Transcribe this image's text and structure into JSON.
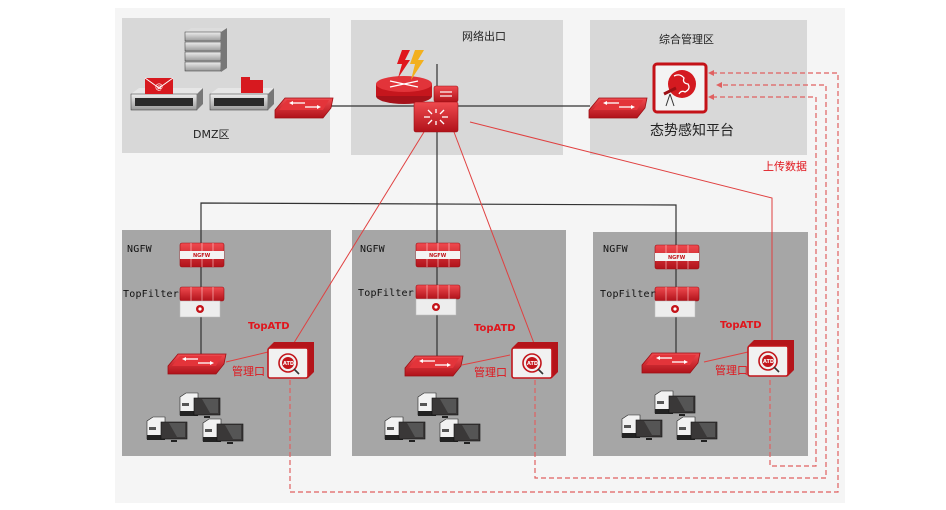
{
  "diagram": {
    "zones": {
      "dmz": {
        "label": "DMZ区"
      },
      "egress": {
        "label": "网络出口"
      },
      "management": {
        "label": "综合管理区",
        "platform_label": "态势感知平台"
      }
    },
    "upload_label": "上传数据",
    "branches": [
      {
        "ngfw_label": "NGFW",
        "ngfw_badge": "NGFW",
        "filter_label": "TopFilter",
        "atd_label": "TopATD",
        "atd_badge": "ATD",
        "mgmt_port_label": "管理口"
      },
      {
        "ngfw_label": "NGFW",
        "ngfw_badge": "NGFW",
        "filter_label": "TopFilter",
        "atd_label": "TopATD",
        "atd_badge": "ATD",
        "mgmt_port_label": "管理口"
      },
      {
        "ngfw_label": "NGFW",
        "ngfw_badge": "NGFW",
        "filter_label": "TopFilter",
        "atd_label": "TopATD",
        "atd_badge": "ATD",
        "mgmt_port_label": "管理口"
      }
    ],
    "icons": {
      "dmz": [
        "server-rack-icon",
        "mail-server-icon",
        "file-server-icon",
        "switch-icon"
      ],
      "egress": [
        "router-icon",
        "lightning-icon",
        "core-switch-icon"
      ],
      "management": [
        "switch-icon",
        "situational-awareness-globe-icon"
      ],
      "branch": [
        "ngfw-firewall-icon",
        "topfilter-icon",
        "switch-icon",
        "topatd-icon",
        "workstation-icon"
      ]
    },
    "colors": {
      "accent_red": "#e0161d",
      "device_red": "#d11a1f",
      "zone_top_bg": "#d8d8d8",
      "zone_bottom_bg": "#a6a6a6",
      "panel_bg": "#f5f5f5",
      "black_link": "#333333",
      "red_link": "#e04040",
      "dashed_link": "#e06060"
    }
  }
}
